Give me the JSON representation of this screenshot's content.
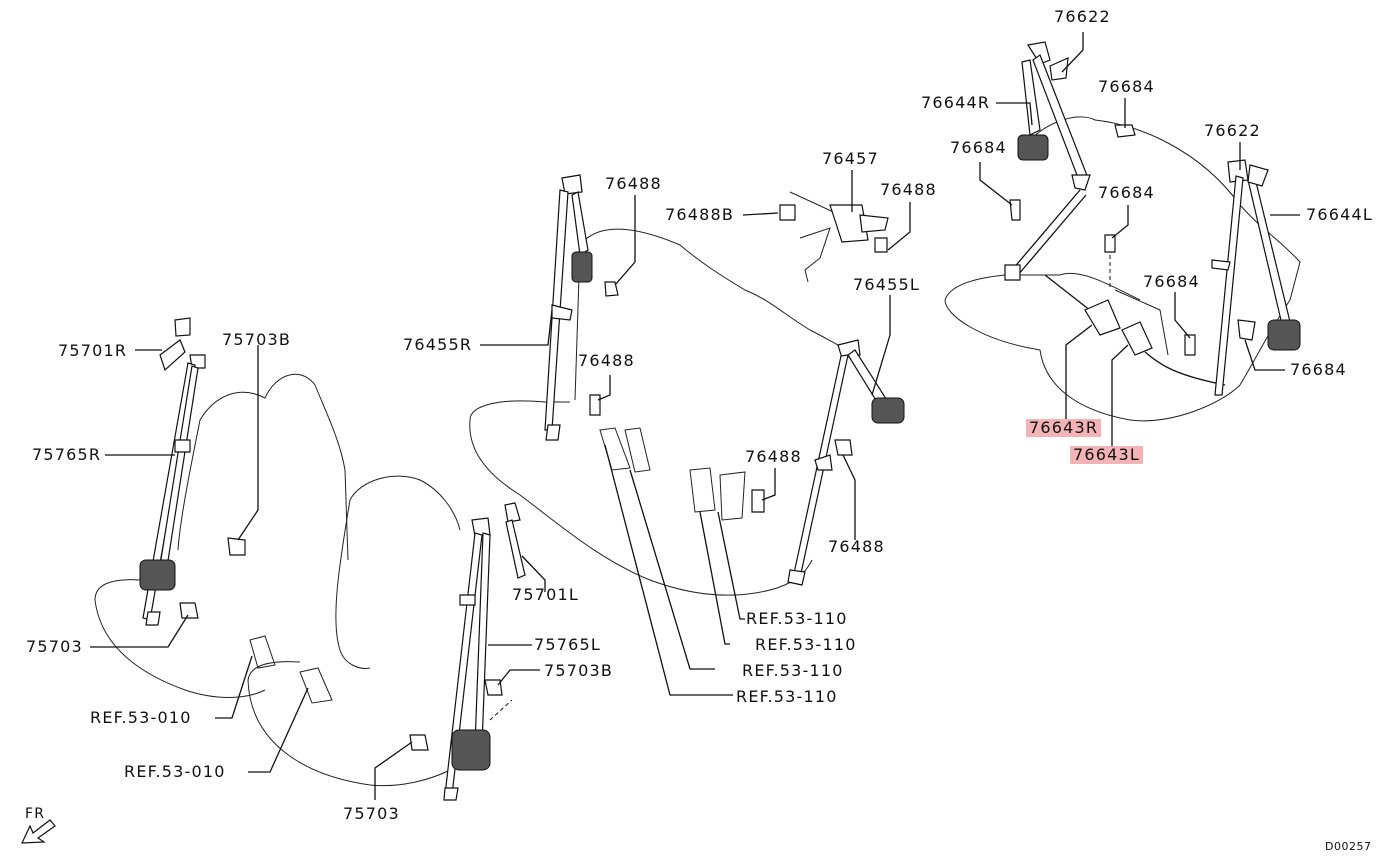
{
  "labels": {
    "p76622a": "76622",
    "p76644R": "76644R",
    "p76684a": "76684",
    "p76684b": "76684",
    "p76622b": "76622",
    "p76684c": "76684",
    "p76644L": "76644L",
    "p76684d": "76684",
    "p76684e": "76684",
    "p76643R": "76643R",
    "p76643L": "76643L",
    "p76457": "76457",
    "p76488a": "76488",
    "p76488B": "76488B",
    "p76488b": "76488",
    "p76455L": "76455L",
    "p76455R": "76455R",
    "p76488c": "76488",
    "p76488d": "76488",
    "p76488e": "76488",
    "p75701R": "75701R",
    "p75703Ba": "75703B",
    "p75765R": "75765R",
    "p75703a": "75703",
    "p75701L": "75701L",
    "p75765L": "75765L",
    "p75703Bb": "75703B",
    "p75703b": "75703",
    "ref1": "REF.53-110",
    "ref2": "REF.53-110",
    "ref3": "REF.53-110",
    "ref4": "REF.53-110",
    "ref5": "REF.53-010",
    "ref6": "REF.53-010",
    "fr": "FR",
    "code": "D00257"
  },
  "highlight_color": "#f4b3b6"
}
